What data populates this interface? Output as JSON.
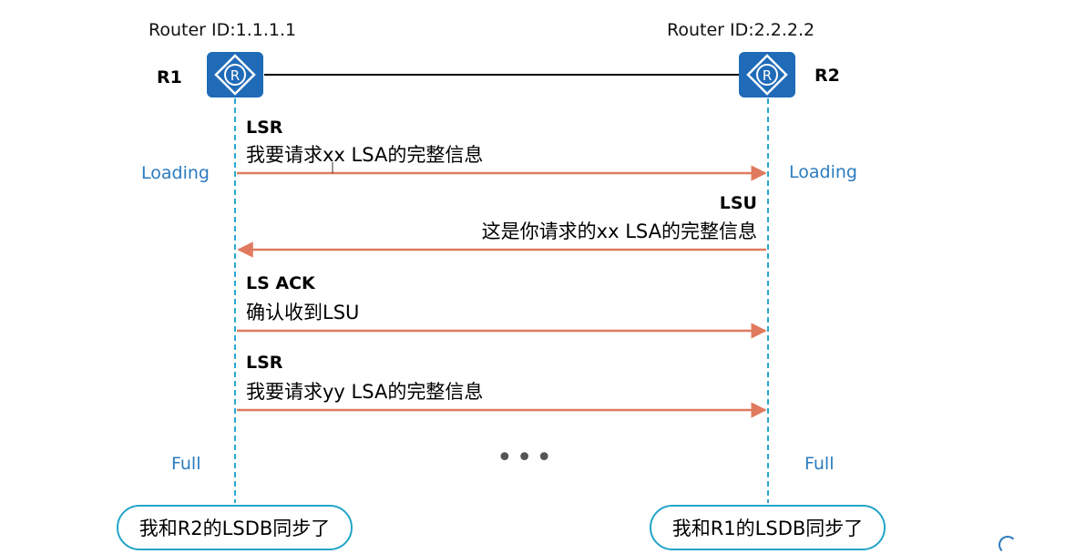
{
  "routers": {
    "r1": {
      "id_label": "Router ID:1.1.1.1",
      "name": "R1"
    },
    "r2": {
      "id_label": "Router ID:2.2.2.2",
      "name": "R2"
    }
  },
  "states": {
    "r1_loading": "Loading",
    "r2_loading": "Loading",
    "r1_full": "Full",
    "r2_full": "Full"
  },
  "messages": [
    {
      "title": "LSR",
      "text": "我要请求xx LSA的完整信息",
      "direction": "R1→R2"
    },
    {
      "title": "LSU",
      "text": "这是你请求的xx LSA的完整信息",
      "direction": "R2→R1"
    },
    {
      "title": "LS ACK",
      "text": "确认收到LSU",
      "direction": "R1→R2"
    },
    {
      "title": "LSR",
      "text": "我要请求yy LSA的完整信息",
      "direction": "R1→R2"
    }
  ],
  "ellipsis": "•••",
  "bubbles": {
    "r1": "我和R2的LSDB同步了",
    "r2": "我和R1的LSDB同步了"
  },
  "colors": {
    "router_blue": "#1f6bb8",
    "arrow": "#e07a5f",
    "lifeline": "#2aa7cf",
    "state_text": "#2b7bbf",
    "bubble_border": "#22a4c9"
  },
  "icons": {
    "router": "router-icon"
  }
}
